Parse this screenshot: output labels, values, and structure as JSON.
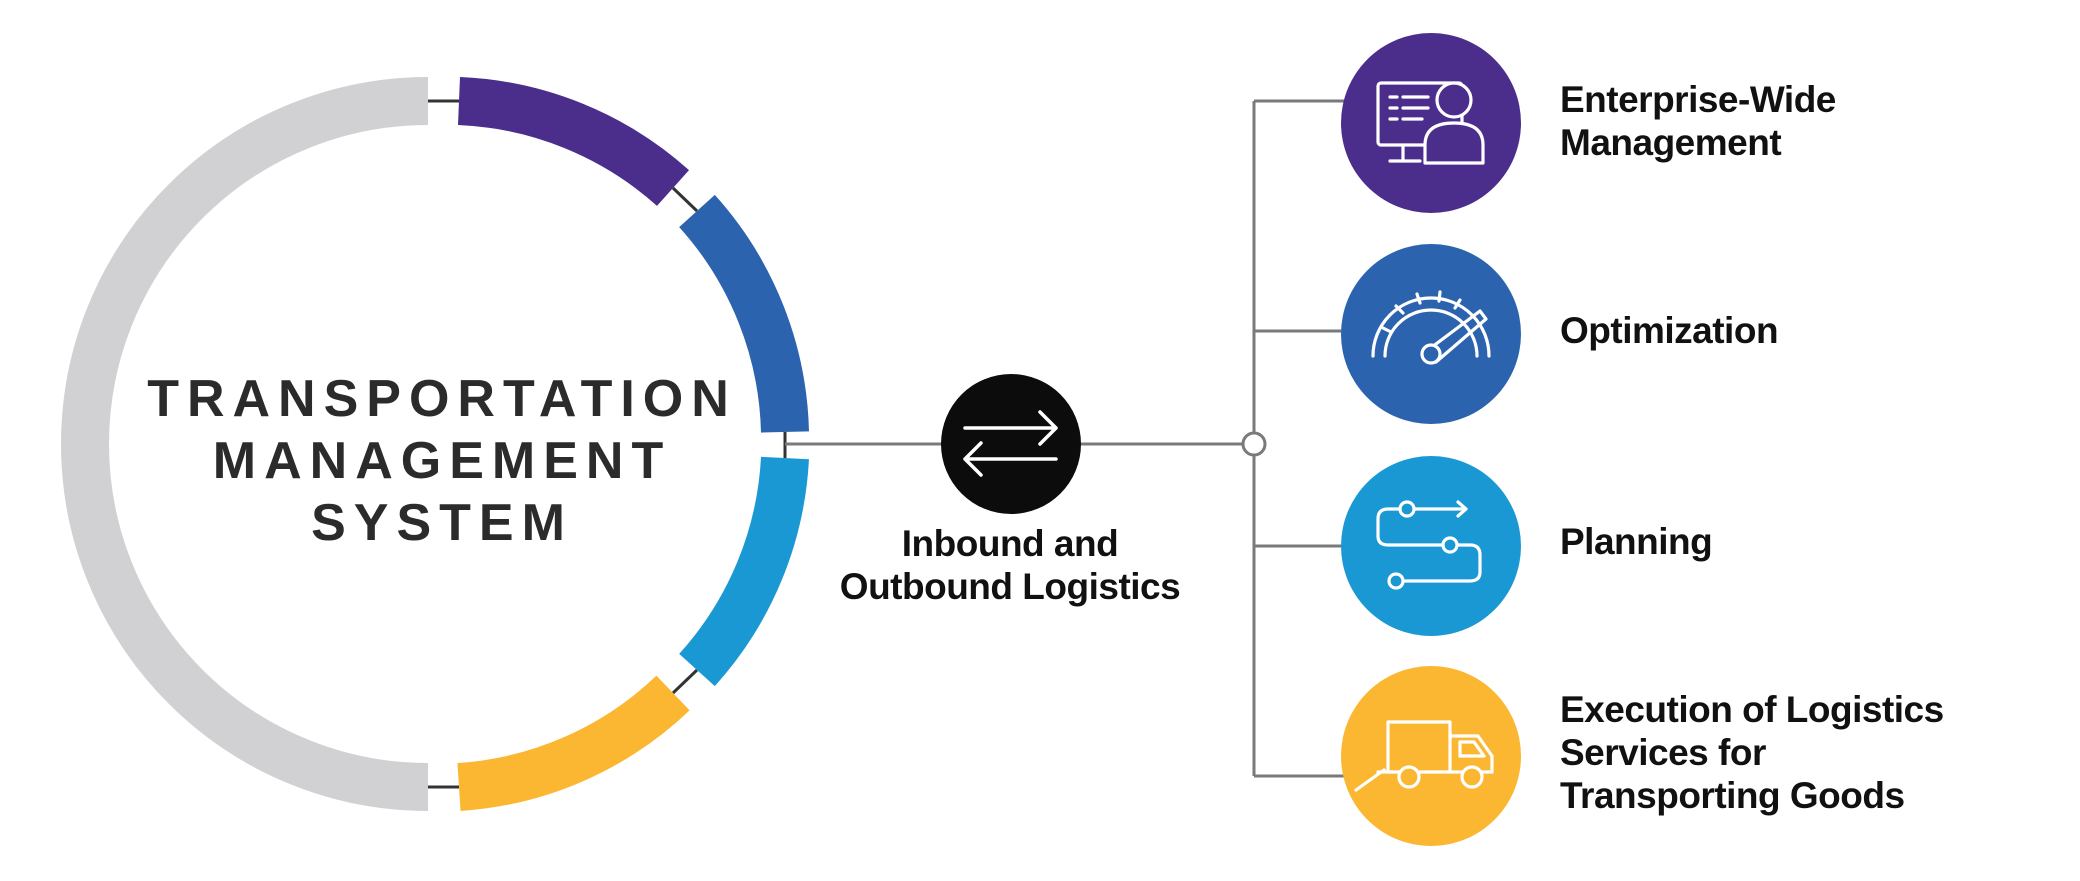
{
  "title": {
    "lines": [
      "TRANSPORTATION",
      "MANAGEMENT",
      "SYSTEM"
    ]
  },
  "hub": {
    "icon": "arrows-exchange-icon",
    "lines": [
      "Inbound and",
      "Outbound Logistics"
    ]
  },
  "colors": {
    "ring_gray": "#d1d1d3",
    "purple": "#4b2d8c",
    "blue": "#2c63ae",
    "light_blue": "#1a98d4",
    "yellow": "#fbb731",
    "connector": "#7a7a7a",
    "hub": "#0c0c0c",
    "text": "#111111"
  },
  "features": [
    {
      "lines": [
        "Enterprise-Wide",
        "Management"
      ],
      "icon": "computer-user-icon",
      "color": "#4b2d8c"
    },
    {
      "lines": [
        "Optimization"
      ],
      "icon": "speedometer-icon",
      "color": "#2c63ae"
    },
    {
      "lines": [
        "Planning"
      ],
      "icon": "route-planning-icon",
      "color": "#1a98d4"
    },
    {
      "lines": [
        "Execution of Logistics",
        "Services for",
        "Transporting Goods"
      ],
      "icon": "delivery-truck-icon",
      "color": "#fbb731"
    }
  ]
}
